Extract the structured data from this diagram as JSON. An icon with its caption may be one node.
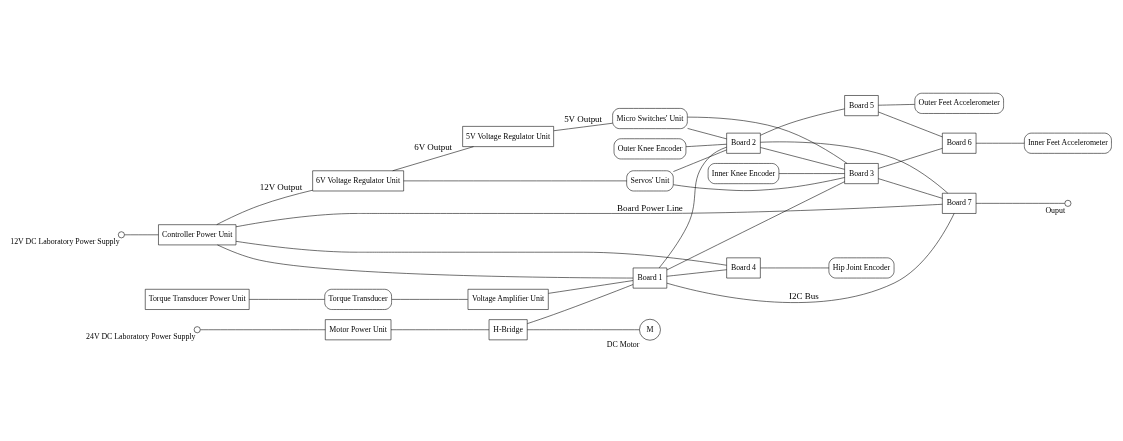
{
  "diagram": {
    "nodes": [
      {
        "text": [],
        "shape": "circle",
        "beside": [
          "12V DC Laboratory Power Supply"
        ]
      },
      {
        "text": [
          "Controller Power Unit"
        ]
      },
      {
        "text": [
          "6V Voltage Regulator Unit"
        ]
      },
      {
        "text": [
          "5V Voltage Regulator Unit"
        ]
      },
      {
        "text": [
          "Servos' Unit"
        ]
      },
      {
        "text": [
          "Micro Switches' Unit"
        ]
      },
      {
        "text": [
          "Torque Transducer Power Unit"
        ]
      },
      {
        "text": [
          "Torque Transducer"
        ]
      },
      {
        "text": [
          "Voltage Amplifier Unit"
        ]
      },
      {
        "text": [
          "Outer Knee Encoder"
        ]
      },
      {
        "text": [
          "Inner Knee Encoder"
        ]
      },
      {
        "text": [],
        "shape": "circle",
        "beside": [
          "24V DC Laboratory Power Supply"
        ]
      },
      {
        "text": [
          "Motor Power Unit"
        ]
      },
      {
        "text": [
          "H-Bridge"
        ]
      },
      {
        "text": [
          "Board 1"
        ]
      },
      {
        "text": [
          "Board 2"
        ]
      },
      {
        "text": [
          "Board 3"
        ]
      },
      {
        "text": [
          "Board 7"
        ]
      },
      {
        "text": [],
        "shape": "circle",
        "beside": [
          "Ouput"
        ]
      },
      {
        "text": [
          "M"
        ],
        "beside": [
          "DC Motor"
        ]
      },
      {
        "text": [
          "Board 4"
        ]
      },
      {
        "text": [
          "Board 5"
        ]
      },
      {
        "text": [
          "Board 6"
        ]
      },
      {
        "text": [
          "Hip Joint Encoder"
        ]
      },
      {
        "text": [
          "Outer Feet Accelerometer"
        ]
      },
      {
        "text": [
          "Inner Feet Accelerometer"
        ]
      }
    ],
    "edges": [
      {
        "from": 0,
        "to": 1,
        "arrow": "none"
      },
      {
        "from": 1,
        "to": 2,
        "arrow": "none",
        "label": "12V Output"
      },
      {
        "from": 1,
        "to": 14,
        "arrow": "none"
      },
      {
        "from": 1,
        "to": 20,
        "arrow": "none"
      },
      {
        "from": 1,
        "to": 17,
        "arrow": "none",
        "label": "Board Power Line"
      },
      {
        "from": 2,
        "to": 3,
        "arrow": "none",
        "label": "6V Output"
      },
      {
        "from": 2,
        "to": 4,
        "arrow": "none"
      },
      {
        "from": 3,
        "to": 5,
        "arrow": "none",
        "label": "5V Output"
      },
      {
        "from": 6,
        "to": 7,
        "arrow": "none"
      },
      {
        "from": 7,
        "to": 8,
        "arrow": "none"
      },
      {
        "from": 8,
        "to": 14,
        "arrow": "none"
      },
      {
        "from": 11,
        "to": 12,
        "arrow": "none"
      },
      {
        "from": 12,
        "to": 13,
        "arrow": "none"
      },
      {
        "from": 13,
        "to": 14,
        "arrow": "none"
      },
      {
        "from": 13,
        "to": 19,
        "arrow": "none"
      },
      {
        "from": 9,
        "to": 15,
        "arrow": "none"
      },
      {
        "from": 10,
        "to": 16,
        "arrow": "none"
      },
      {
        "from": 4,
        "to": 15,
        "arrow": "none"
      },
      {
        "from": 4,
        "to": 16,
        "arrow": "none"
      },
      {
        "from": 5,
        "to": 15,
        "arrow": "none"
      },
      {
        "from": 5,
        "to": 16,
        "arrow": "none"
      },
      {
        "from": 15,
        "to": 16,
        "arrow": "none"
      },
      {
        "from": 14,
        "to": 15,
        "arrow": "none"
      },
      {
        "from": 14,
        "to": 16,
        "arrow": "none"
      },
      {
        "from": 14,
        "to": 20,
        "arrow": "none"
      },
      {
        "from": 15,
        "to": 21,
        "arrow": "none"
      },
      {
        "from": 16,
        "to": 22,
        "arrow": "none"
      },
      {
        "from": 14,
        "to": 17,
        "arrow": "none",
        "label": "I2C Bus"
      },
      {
        "from": 15,
        "to": 17,
        "arrow": "none"
      },
      {
        "from": 16,
        "to": 17,
        "arrow": "none"
      },
      {
        "from": 21,
        "to": 22,
        "arrow": "none"
      },
      {
        "from": 17,
        "to": 18,
        "arrow": "none"
      },
      {
        "from": 20,
        "to": 23,
        "arrow": "none"
      },
      {
        "from": 21,
        "to": 24,
        "arrow": "none"
      },
      {
        "from": 22,
        "to": 25,
        "arrow": "none"
      }
    ]
  }
}
